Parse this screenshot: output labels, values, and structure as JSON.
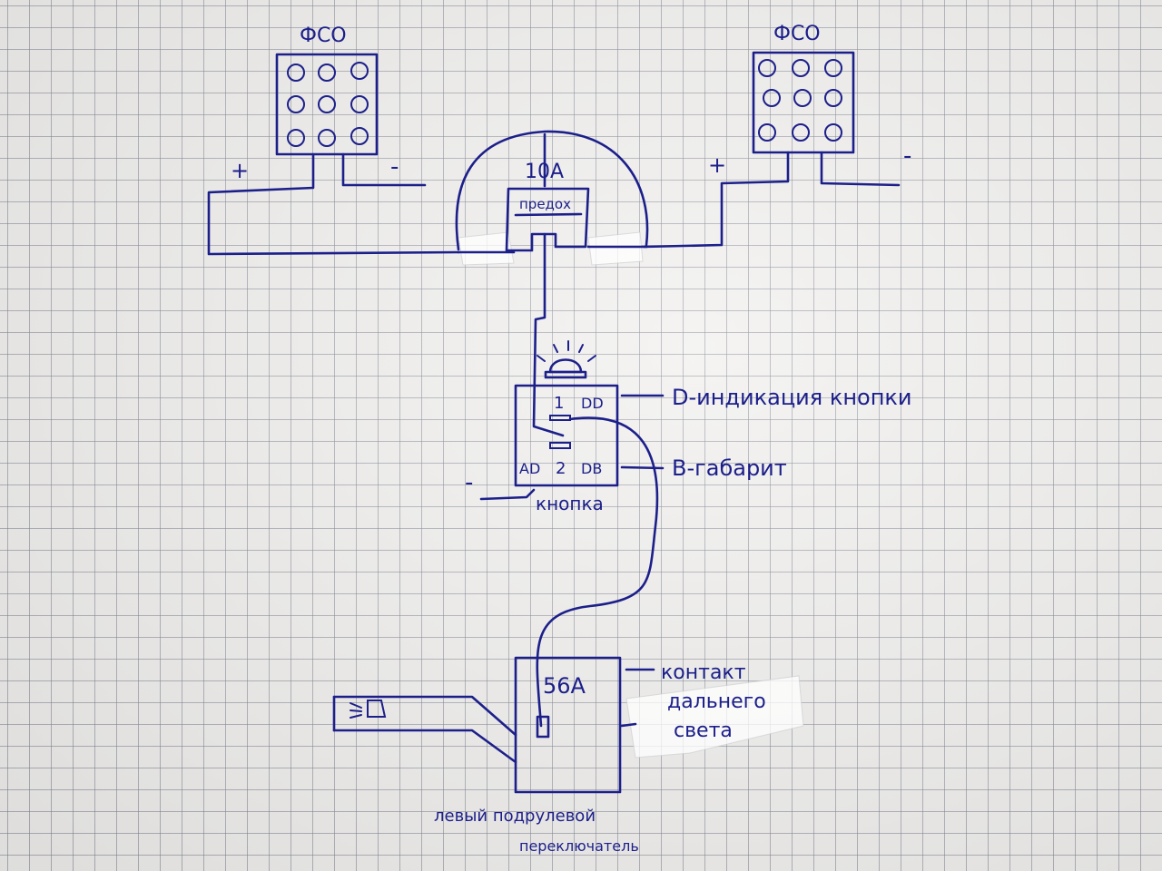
{
  "lamps": {
    "left_label": "ФСО",
    "right_label": "ФСО",
    "plus": "+",
    "minus": "-"
  },
  "fuse": {
    "rating": "10A",
    "label": "предох"
  },
  "button": {
    "pin1": "1",
    "pin2": "2",
    "pin_a": "AD",
    "pin_d1": "DD",
    "pin_d2": "DB",
    "minus": "-",
    "label": "кнопка",
    "note_d": "D-индикация кнопки",
    "note_b": "B-габарит"
  },
  "switch": {
    "contact": "56A",
    "note": [
      "контакт",
      "дальнего",
      "света"
    ],
    "caption": [
      "левый подрулевой",
      "переключатель"
    ]
  },
  "colors": {
    "ink": "#1c1f8a",
    "paper": "#f1f0ee"
  }
}
